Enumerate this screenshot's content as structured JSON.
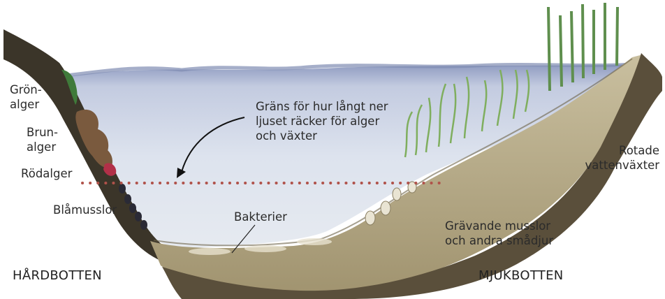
{
  "labels": {
    "green_algae_1": "Grön-",
    "green_algae_2": "alger",
    "brown_algae_1": "Brun-",
    "brown_algae_2": "alger",
    "red_algae": "Rödalger",
    "mussels": "Blåmusslor",
    "light_limit_1": "Gräns för hur långt ner",
    "light_limit_2": "ljuset räcker för alger",
    "light_limit_3": "och växter",
    "bacteria": "Bakterier",
    "burrowing_1": "Grävande musslor",
    "burrowing_2": "och andra smådjur",
    "rooted_1": "Rotade",
    "rooted_2": "vattenväxter",
    "hard_bottom": "HÅRDBOTTEN",
    "soft_bottom": "MJUKBOTTEN"
  },
  "colors": {
    "water_top": "#9fa9c9",
    "water_deep": "#d9e1ec",
    "rock": "#3a3529",
    "sediment": "#b8ad8c",
    "dotted_line": "#b0524a",
    "green_algae": "#3f7a3a",
    "brown_algae": "#7a5a3e",
    "red_algae": "#b23048",
    "plants": "#7fae5e"
  }
}
